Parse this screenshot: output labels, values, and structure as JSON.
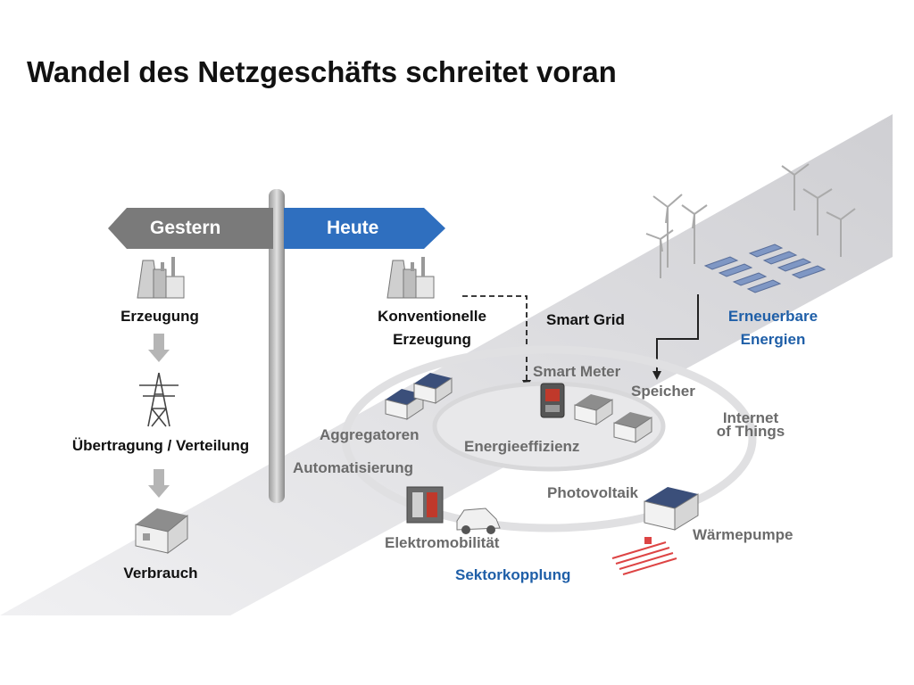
{
  "title": "Wandel des Netzgeschäfts schreitet voran",
  "signpost": {
    "left_label": "Gestern",
    "right_label": "Heute"
  },
  "gestern": {
    "erzeugung": "Erzeugung",
    "uebertragung": "Übertragung / Verteilung",
    "verbrauch": "Verbrauch"
  },
  "heute": {
    "konventionelle_line1": "Konventionelle",
    "konventionelle_line2": "Erzeugung",
    "smart_grid": "Smart Grid",
    "erneuerbare_line1": "Erneuerbare",
    "erneuerbare_line2": "Energien",
    "smart_meter": "Smart Meter",
    "speicher": "Speicher",
    "internet_line1": "Internet",
    "internet_line2": "of Things",
    "aggregatoren": "Aggregatoren",
    "energieeffizienz": "Energieeffizienz",
    "automatisierung": "Automatisierung",
    "photovoltaik": "Photovoltaik",
    "waermepumpe": "Wärmepumpe",
    "elektromobilitaet": "Elektromobilität",
    "sektorkopplung": "Sektorkopplung"
  },
  "colors": {
    "gestern_sign": "#7a7a7a",
    "heute_sign": "#2f6fbf",
    "blue_text": "#1f5fa8",
    "grey_band": "#d9d9dc"
  },
  "icons": [
    "power-plant-icon",
    "arrow-down-icon",
    "transmission-tower-icon",
    "house-icon",
    "wind-turbine-icon",
    "solar-panel-icon",
    "smart-meter-icon",
    "battery-icon",
    "electric-car-icon",
    "heat-pump-icon"
  ]
}
